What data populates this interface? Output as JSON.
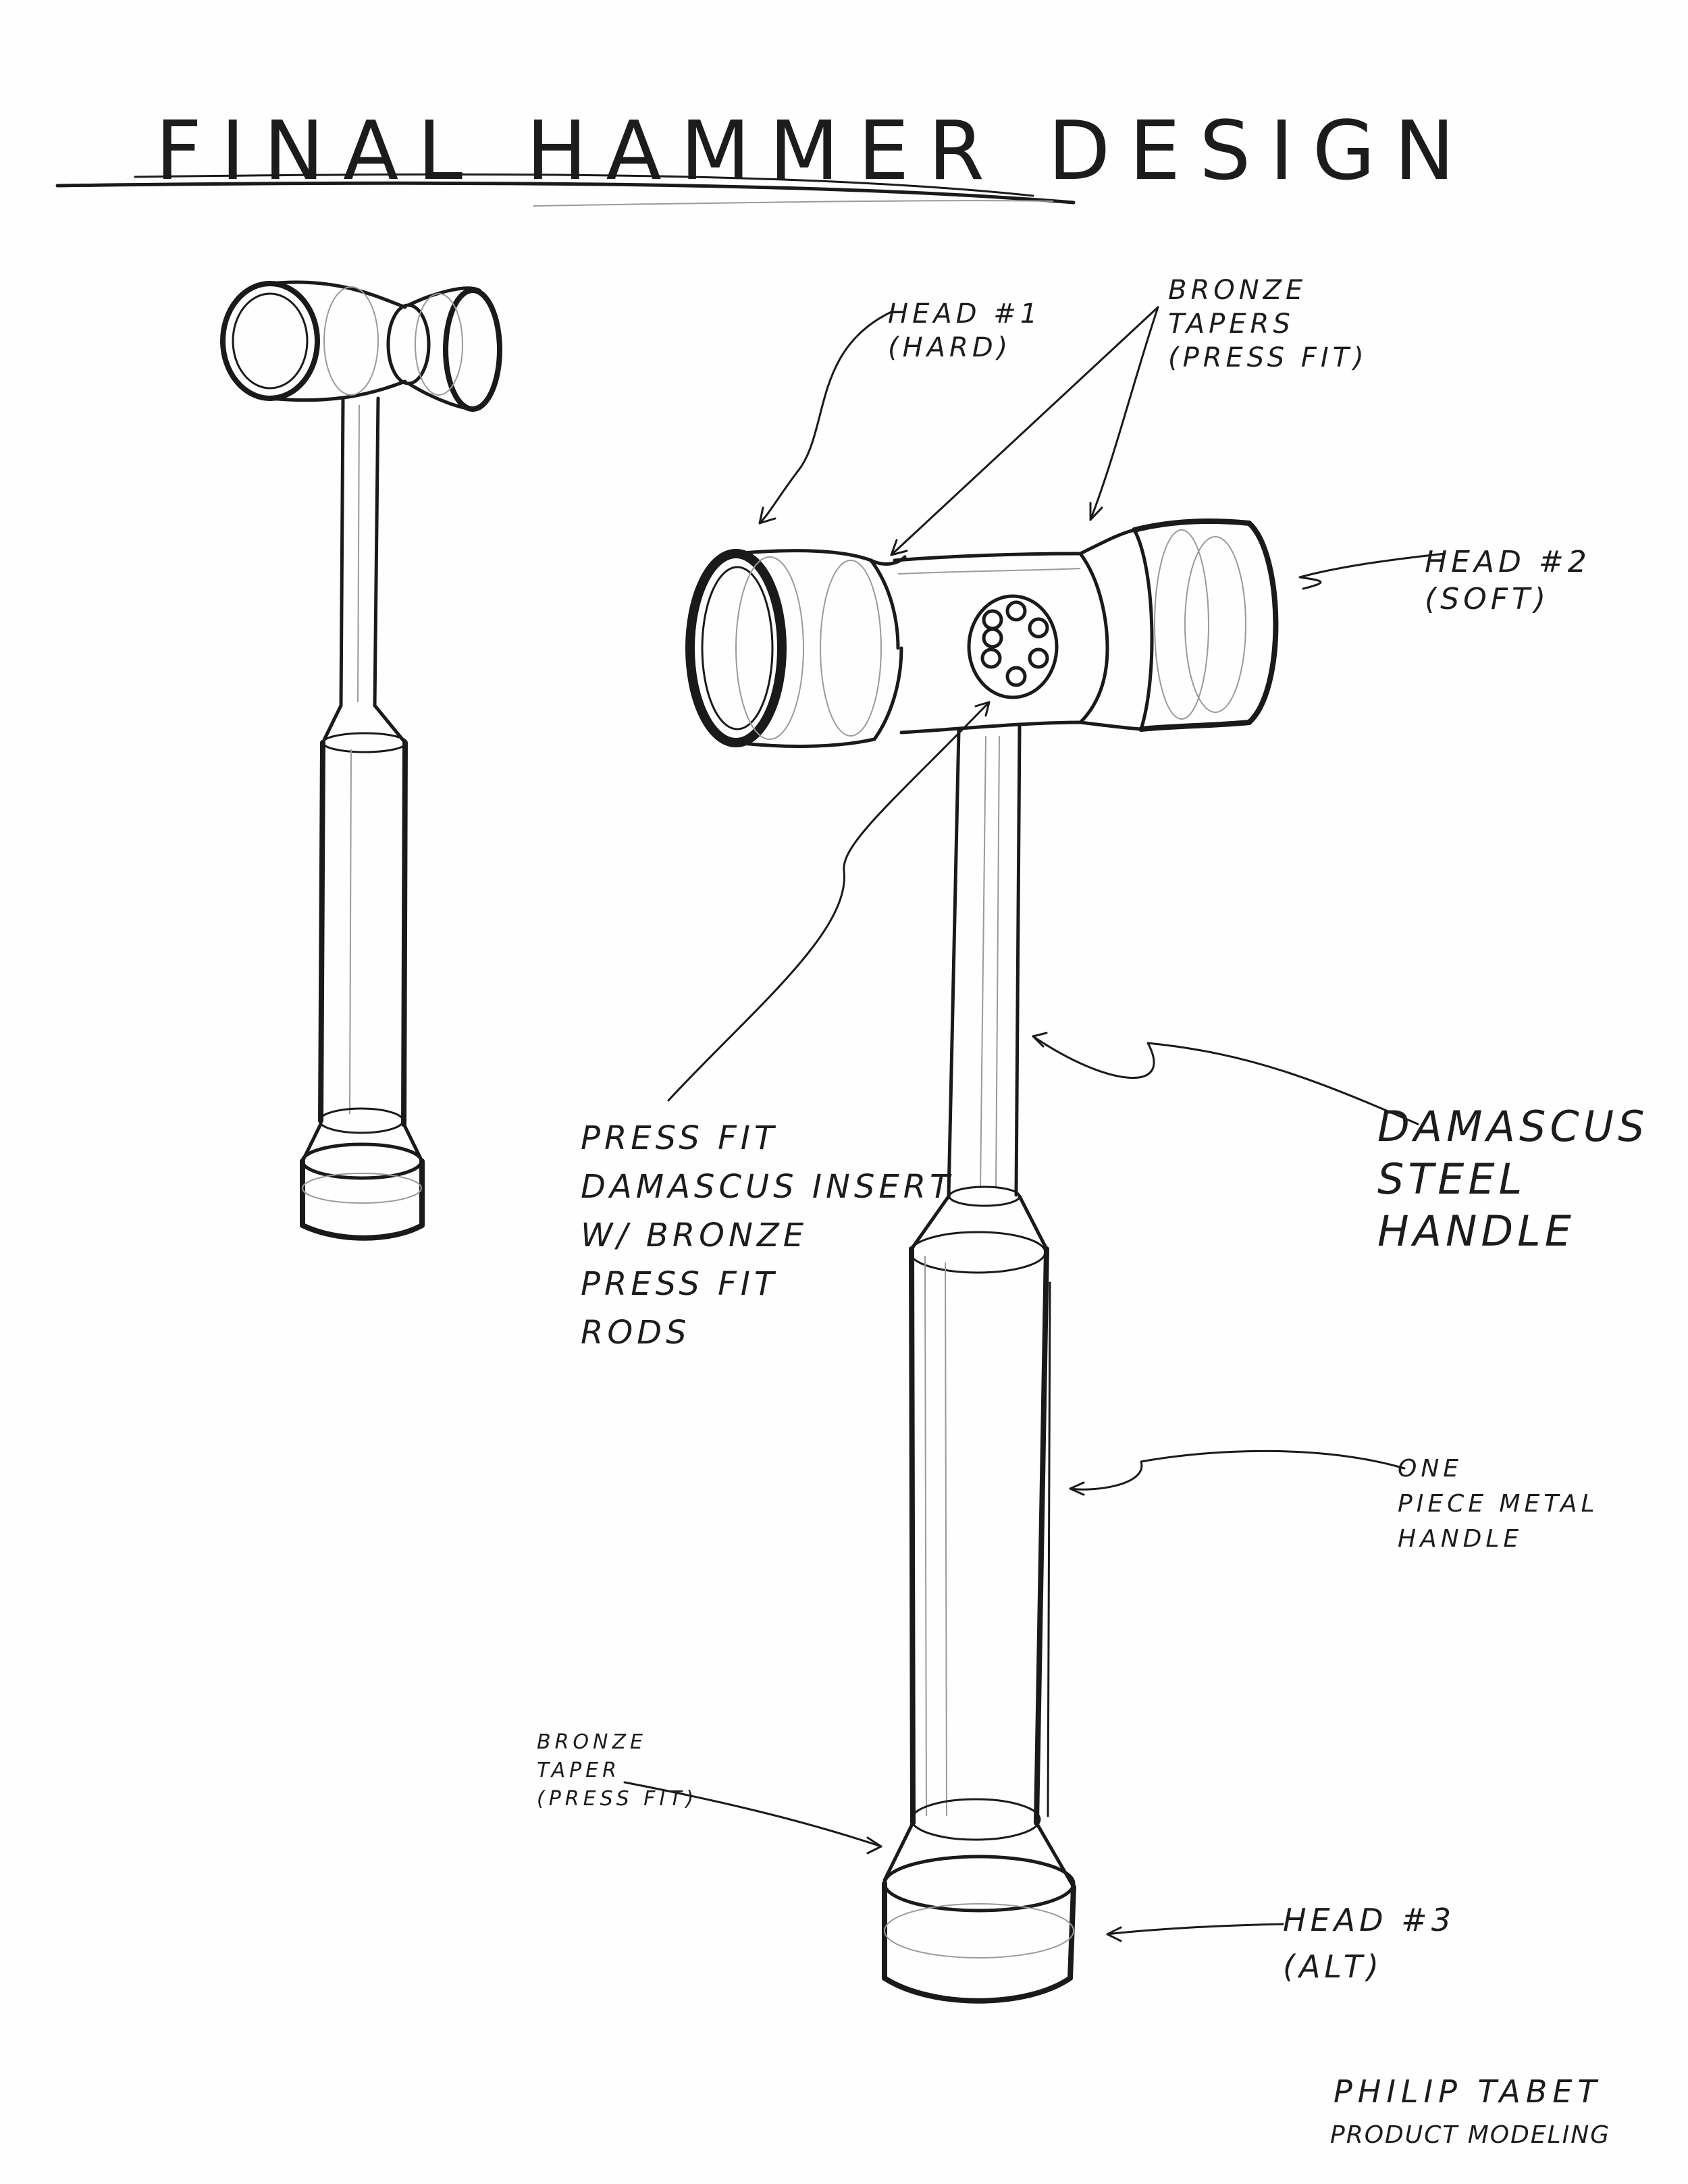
{
  "title": "FINAL HAMMER DESIGN",
  "annotations": {
    "head1": "HEAD #1\n(HARD)",
    "bronze_tapers": "BRONZE\nTAPERS\n(PRESS FIT)",
    "head2": "HEAD #2\n(SOFT)",
    "press_fit_insert": "PRESS FIT\nDAMASCUS INSERT\nW/ BRONZE\nPRESS FIT\nRODS",
    "damascus_handle": "DAMASCUS\nSTEEL\nHANDLE",
    "one_piece_handle": "ONE\nPIECE METAL\nHANDLE",
    "bronze_taper": "BRONZE\nTAPER\n(PRESS FIT)",
    "head3": "HEAD #3\n(ALT)"
  },
  "signature": {
    "name": "PHILIP TABET",
    "course": "PRODUCT MODELING"
  },
  "colors": {
    "ink": "#1a1a1a",
    "paper": "#fefefe",
    "pencil": "#9a9a9a"
  }
}
